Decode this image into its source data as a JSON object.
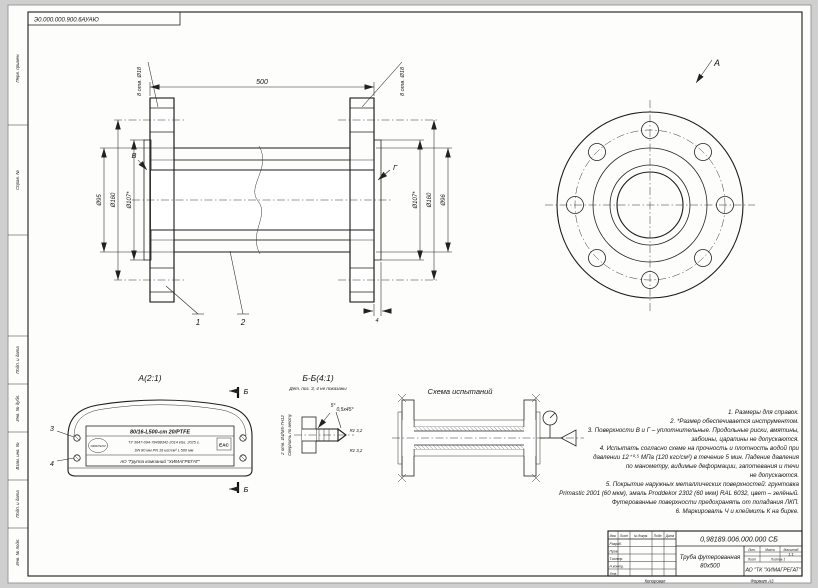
{
  "sheet": {
    "top_left_code": "Э0.000.000.900.6АУАЮ"
  },
  "main_view": {
    "dim_500": "500",
    "holes_left": "8 отв. Ø18",
    "holes_right": "8 отв. Ø18",
    "d95": "Ø95",
    "d160_left": "Ø160",
    "d107_left": "Ø107*",
    "d107_right": "Ø107*",
    "d160_right": "Ø160",
    "d96": "Ø96",
    "dim_4": "4",
    "callout_v": "В",
    "callout_g": "Г",
    "item_1": "1",
    "item_2": "2"
  },
  "flange_view": {
    "view_label": "А"
  },
  "detail_a": {
    "title": "А(2:1)",
    "section_label_top": "Б",
    "section_label_bottom": "Б",
    "item_3": "3",
    "item_4": "4",
    "plate": {
      "line1": "80/16-L500-ст 20/PTFE",
      "line2": "ТУ 3647-094-78498342-2014   Изг. 2025 г.",
      "line3": "DN 80 мм   PN 16 кгс/см²   L 500 мм",
      "line4": "АО \"Группа компаний \"ХИМАГРЕГАТ\"",
      "logo_text": "ХИМАГРЕГАТ",
      "cert": "EAC"
    }
  },
  "detail_b": {
    "title": "Б-Б(4:1)",
    "subtitle": "Дет. поз. 3, 4 не показаны",
    "chamfer": "0,5х45°",
    "rz_top": "Rz 3,2",
    "rz_bottom": "Rz 3,2",
    "angle": "5°",
    "thread_line1": "2 отв. Ø4/М5-7Н12",
    "thread_line2": "Сверлить по месту"
  },
  "test_scheme": {
    "title": "Схема испытаний"
  },
  "notes": {
    "lines": [
      "1. Размеры для справок.",
      "2. *Размер обеспечивается инструментом.",
      "3. Поверхности В и Г – уплотнительные. Продольные риски, вмятины,",
      "забоины, царапины не допускаются.",
      "4. Испытать согласно схеме на прочность и плотность водой при",
      "давлении 12⁺⁰·⁵ МПа (120 кгс/см²) в течение 5 мин. Падение давления",
      "по манометру, видимые деформации, запотевания и течи",
      "не допускаются.",
      "5. Покрытие наружных металлических поверхностей: грунтовка",
      "Primastic 2001 (60 мкм), эмаль Proddekor 2302 (60 мкм) RAL 6032, цвет – зелёный.",
      "Футерованные поверхности предохранять от попадания ЛКП.",
      "6. Маркировать Ч и клеймить К на бирке."
    ]
  },
  "title_block": {
    "doc_number": "0,98189.006.000.000 СБ",
    "title_line1": "Труба футерованная",
    "title_line2": "80х500",
    "company": "АО \"ТК \"ХИМАГРЕГАТ\"",
    "header": {
      "izm": "Изм.",
      "list": "Лист",
      "doc": "№ докум.",
      "podp": "Подп.",
      "data": "Дата"
    },
    "rows": {
      "razrab": "Разраб.",
      "prov": "Пров.",
      "tkontr": "Т.контр.",
      "nkontr": "Н.контр.",
      "utv": "Утв."
    },
    "lit_label": "Лит.",
    "massa_label": "Масса",
    "masshtab_label": "Масштаб",
    "scale_value": "1:1",
    "list_label": "Лист",
    "listov_label": "Листов 1"
  },
  "footer": {
    "copied": "Копировал",
    "format": "Формат А3"
  },
  "margins": {
    "perv": "Перв. примен.",
    "sprav": "Справ. №",
    "podp_data_2": "Подп. и дата",
    "inv_dubl": "Инв. № дубл.",
    "vzam": "Взам. инв. №",
    "podp_data_1": "Подп. и дата",
    "inv_podl": "Инв. № подл."
  }
}
